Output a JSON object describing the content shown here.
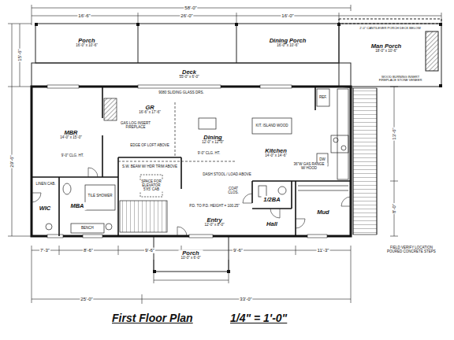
{
  "diagram": {
    "title": "First Floor Plan",
    "nodes": [
      {
        "text": [
          "Porch",
          "16'-0\" x 10'-6\""
        ]
      },
      {
        "text": [
          "Deck",
          "55'-0\" x 6'-0\""
        ]
      },
      {
        "text": [
          "Dining Porch",
          "16'-0\" x 10'-6\""
        ]
      },
      {
        "text": [
          "Man Porch",
          "18'-0\" x 10'-6\""
        ]
      },
      {
        "text": [
          "MBR",
          "14'-0\" x 15'-0\""
        ]
      },
      {
        "text": [
          "GR",
          "16'-6\" x 17'-6\""
        ]
      },
      {
        "text": [
          "Dining",
          "12'-0\" x 12'-0\""
        ]
      },
      {
        "text": [
          "Kitchen",
          "14'-0\" x 14'-6\""
        ]
      },
      {
        "text": [
          "WIC"
        ]
      },
      {
        "text": [
          "MBA"
        ]
      },
      {
        "text": [
          "Entry",
          "12'-0\" x 8'-0\""
        ]
      },
      {
        "text": [
          "1/2BA"
        ]
      },
      {
        "text": [
          "Hall"
        ]
      },
      {
        "text": [
          "Mud"
        ]
      },
      {
        "text": [
          "Porch",
          "10'-0\" x 6'-0\""
        ]
      }
    ],
    "labels": [
      "58'-0\"",
      "16'-6\"",
      "26'-0\"",
      "16'-0\"",
      "2'-0\" CANTILEVER PORCH DECK BELOW",
      "WOOD BURNING INSERT FIREPLACE STONE VENEER",
      "9080 SLIDING GLASS DRS.",
      "GAS LOG INSERT FIREPLACE",
      "EDGE OF LOFT ABOVE",
      "S.W. BEAM W/ HDR TRIM ABOVE",
      "9'-0\" CLG. HT.",
      "9'-0\" CLG. HT.",
      "DASH STOOL / LOAD ABOVE",
      "KIT. ISLAND WOOD",
      "36\"W GAS RANGE W/ HOOD",
      "REF.",
      "DW",
      "LINEN CAB.",
      "TILE SHOWER",
      "BENCH",
      "SPACE FOR ELEVATOR 5'X5' CAB",
      "COAT CLOS.",
      "P.D. TO P.D. HEIGHT = 100.25\"",
      "FIELD VERIFY LOCATION POURED CONCRETE STEPS",
      "7'-3\"",
      "8'-6\"",
      "9'-6\"",
      "9'-6\"",
      "11'-3\"",
      "25'-0\"",
      "33'-0\"",
      "15'-6\"",
      "29'-6\"",
      "13'-6\"",
      "8'-0\"",
      "1/4\" = 1'-0\""
    ]
  }
}
